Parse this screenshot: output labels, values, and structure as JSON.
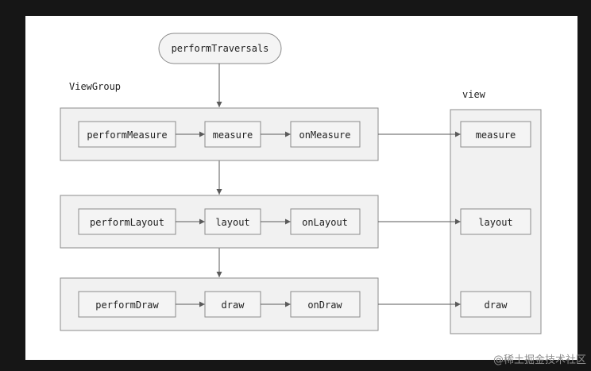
{
  "diagram": {
    "start": "performTraversals",
    "viewgroup_label": "ViewGroup",
    "view_label": "view",
    "rows": [
      {
        "perform": "performMeasure",
        "method": "measure",
        "on": "onMeasure",
        "view": "measure"
      },
      {
        "perform": "performLayout",
        "method": "layout",
        "on": "onLayout",
        "view": "layout"
      },
      {
        "perform": "performDraw",
        "method": "draw",
        "on": "onDraw",
        "view": "draw"
      }
    ]
  },
  "colors": {
    "background": "#161616",
    "canvas": "#ffffff",
    "box_fill": "#f4f4f4",
    "stroke": "#8c8c8c",
    "arrow": "#5a5a5a"
  },
  "watermark": "@稀土掘金技术社区"
}
